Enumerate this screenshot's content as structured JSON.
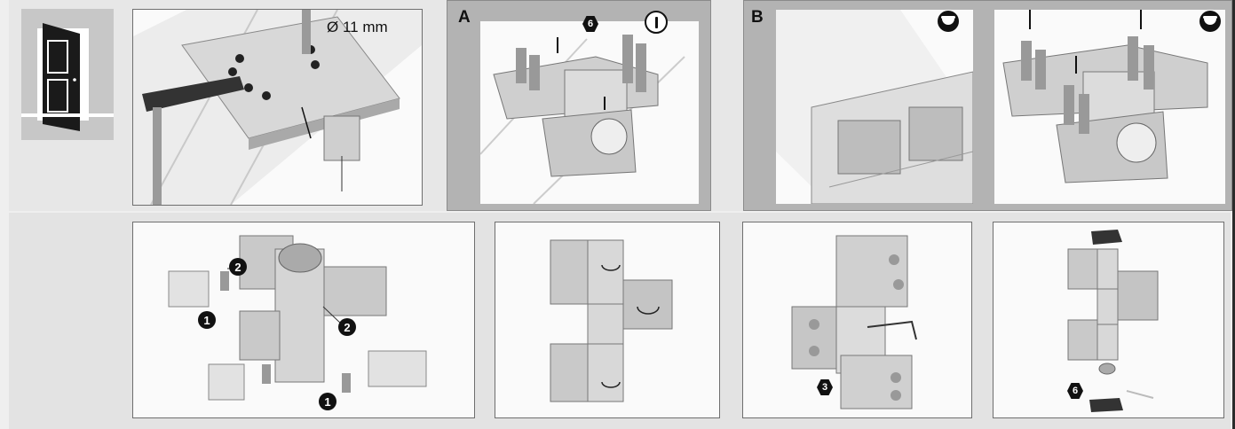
{
  "panels": {
    "drill": {
      "dimension": "Ø 11 mm"
    },
    "a": {
      "letter": "A",
      "step": "6"
    },
    "b": {
      "letter": "B"
    },
    "exploded": {
      "step1": "1",
      "step2": "2"
    },
    "adjust": {
      "step": "3"
    },
    "caps": {
      "step": "6"
    }
  },
  "icons": {
    "a_corner": "round-slot-icon",
    "b_corner": "cup-icon",
    "b2_corner": "cup-icon",
    "door": "door-icon"
  },
  "colors": {
    "sheet": "#efefef",
    "panel_grey": "#b3b3b3",
    "ink": "#111111"
  }
}
